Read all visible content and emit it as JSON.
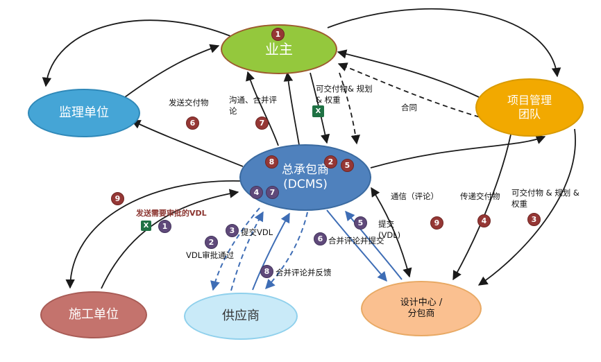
{
  "nodes": {
    "owner": {
      "label": "业主"
    },
    "supervision": {
      "label": "监理单位"
    },
    "pm_team": {
      "label": "项目管理\n团队"
    },
    "contractor": {
      "label": "总承包商\n(DCMS)"
    },
    "construction": {
      "label": "施工单位"
    },
    "supplier": {
      "label": "供应商"
    },
    "design_center": {
      "label": "设计中心 /\n分包商"
    }
  },
  "edge_labels": {
    "send_deliverables": "发送交付物",
    "communicate_merge": "沟通、合并评\n论",
    "deliverables_planning_top": "可交付物& 规划\n& 权重",
    "contract": "合同",
    "communication_comments": "通信（评论）",
    "pass_deliverables": "传递交付物",
    "deliverables_planning_right": "可交付物 & 规划 &\n权重",
    "send_vdl_for_approval": "发送需要审批的VDL",
    "vdl_approved": "VDL审批通过",
    "submit_vdl": "提交VDL",
    "merge_comments_submit": "合并评论并提交",
    "submit_vdl_2": "提交\n(VDL)",
    "merge_comments_feedback": "合并评论并反馈"
  },
  "badges": {
    "owner_1": "1",
    "send_deliverables_6": "6",
    "communicate_7": "7",
    "contractor_8": "8",
    "contractor_2": "2",
    "contractor_5": "5",
    "left_9": "9",
    "communication_9": "9",
    "pass_deliverables_4": "4",
    "right_deliverables_3": "3",
    "contractor_p4": "4",
    "contractor_p7": "7",
    "send_vdl_1": "1",
    "vdl_approved_2": "2",
    "submit_vdl_3": "3",
    "merge_submit_6": "6",
    "submit_vdl2_5": "5",
    "merge_feedback_8": "8"
  },
  "icons": {
    "excel_label": "X"
  },
  "colors": {
    "owner": "#94C83D",
    "owner_border": "#9C5A2E",
    "supervision": "#45A5D6",
    "pm_team": "#F2A900",
    "contractor": "#4F81BD",
    "construction": "#C4736D",
    "supplier": "#C9EAF8",
    "supplier_border": "#8FD0EC",
    "design_center": "#FAC090",
    "badge_red": "#953735",
    "badge_purple": "#5F497A",
    "arrow_black": "#1a1a1a",
    "arrow_blue": "#3E6DB5",
    "excel_green": "#1F7244"
  }
}
